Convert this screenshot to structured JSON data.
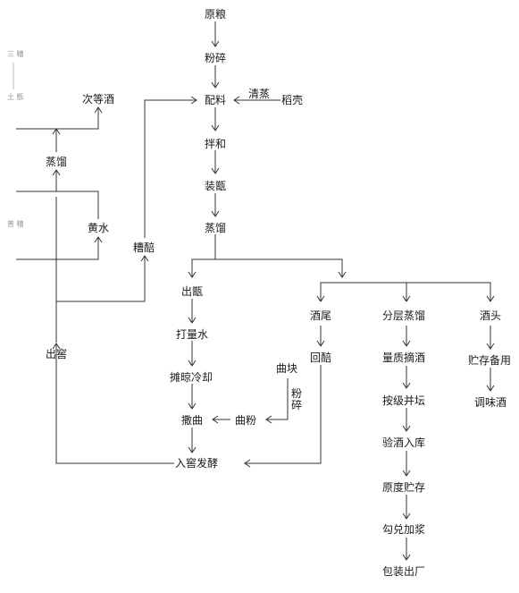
{
  "nodes": {
    "yuanliang": "原粮",
    "fensui": "粉碎",
    "peiliao": "配料",
    "qingzheng": "清蒸",
    "daoke": "稻壳",
    "banhe": "拌和",
    "zhuangzeng": "装甑",
    "zhengliu_main": "蒸馏",
    "chuzeng": "出甑",
    "daliangshui": "打量水",
    "tanliang": "摊晾冷却",
    "saqu": "撒曲",
    "qufen": "曲粉",
    "qukuai": "曲块",
    "fensui_v": "粉碎",
    "rujiao": "入窖发酵",
    "jiuwei": "酒尾",
    "huizao": "回醅",
    "fenceng": "分层蒸馏",
    "liangzhi": "量质摘酒",
    "anji": "按级并坛",
    "yanjiu": "验酒入库",
    "yuandu": "原度贮存",
    "goudui": "勾兑加浆",
    "baozhuang": "包装出厂",
    "jiutou": "酒头",
    "zhucun": "贮存备用",
    "tiaowei": "调味酒",
    "cideng": "次等酒",
    "zhengliu_left": "蒸馏",
    "huangshui": "黄水",
    "zaozao": "糟醅",
    "chujiao": "出窖"
  },
  "faint_marks": [
    "三 糟",
    "土 甑",
    "普 糟"
  ]
}
